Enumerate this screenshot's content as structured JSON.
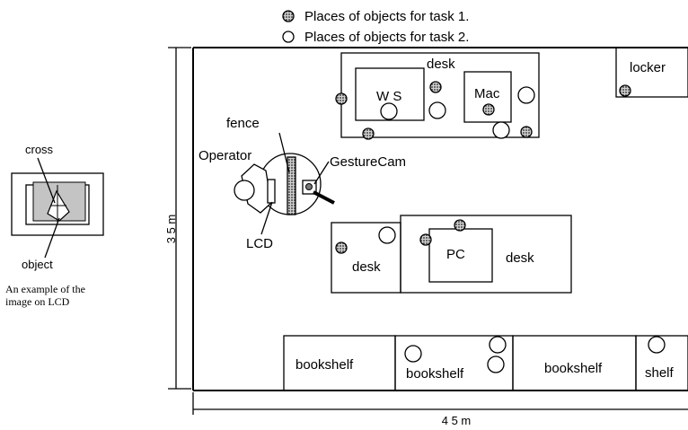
{
  "legend": {
    "task1": "Places of objects for task 1.",
    "task2": "Places of objects for task 2."
  },
  "dimensions": {
    "height": "3 5 m",
    "width": "4 5 m"
  },
  "example": {
    "cross": "cross",
    "object": "object",
    "caption_line1": "An example of the",
    "caption_line2": "image on LCD"
  },
  "furniture": {
    "desk_top": "desk",
    "ws": "W S",
    "mac": "Mac",
    "locker": "locker",
    "desk_left": "desk",
    "pc": "PC",
    "desk_right": "desk",
    "bookshelf_1": "bookshelf",
    "bookshelf_2": "bookshelf",
    "bookshelf_3": "bookshelf",
    "shelf": "shelf"
  },
  "operator_area": {
    "fence": "fence",
    "operator": "Operator",
    "gesturecam": "GestureCam",
    "lcd": "LCD"
  },
  "colors": {
    "ink": "#000000",
    "background": "#ffffff",
    "task1_marker": "hatched grey"
  }
}
